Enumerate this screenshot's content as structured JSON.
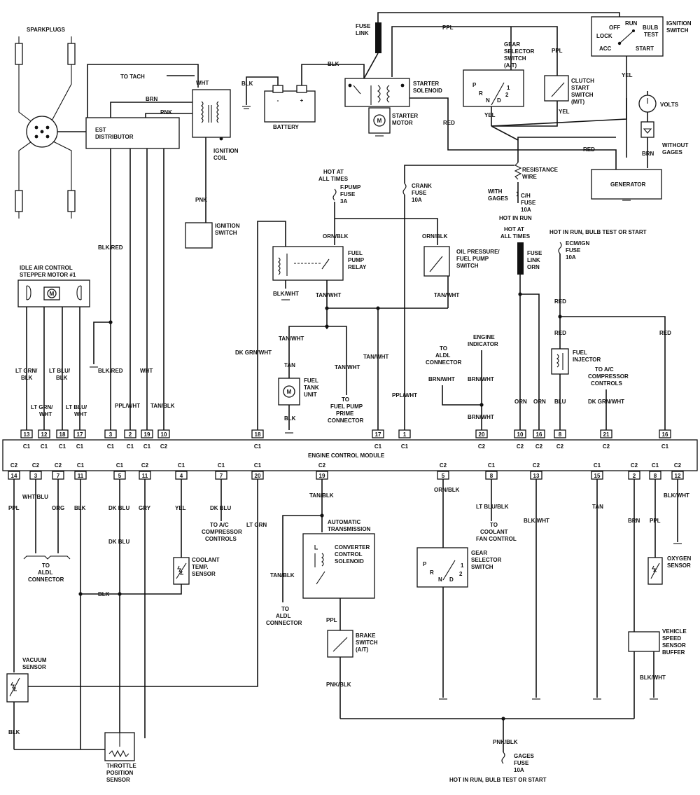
{
  "top": {
    "sparkplugs": "SPARKPLUGS",
    "to_tach": "TO TACH",
    "est1": "EST",
    "est2": "DISTRIBUTOR",
    "ign_coil1": "IGNITION",
    "ign_coil2": "COIL",
    "ign_sw1": "IGNITION",
    "ign_sw2": "SWITCH",
    "battery": "BATTERY",
    "fuse_link1": "FUSE",
    "fuse_link2": "LINK",
    "starter_sol1": "STARTER",
    "starter_sol2": "SOLENOID",
    "starter_motor1": "STARTER",
    "starter_motor2": "MOTOR",
    "gear_sel1": "GEAR",
    "gear_sel2": "SELECTOR",
    "gear_sel3": "SWITCH",
    "gear_sel4": "(A/T)",
    "clutch1": "CLUTCH",
    "clutch2": "START",
    "clutch3": "SWITCH",
    "clutch4": "(M/T)",
    "ignsw_top1": "IGNITION",
    "ignsw_top2": "SWITCH",
    "off": "OFF",
    "run": "RUN",
    "bulb": "BULB",
    "test": "TEST",
    "lock": "LOCK",
    "acc": "ACC",
    "start": "START",
    "volts": "VOLTS",
    "without1": "WITHOUT",
    "without2": "GAGES",
    "generator": "GENERATOR",
    "resist1": "RESISTANCE",
    "resist2": "WIRE",
    "with1": "WITH",
    "with2": "GAGES",
    "ch1": "C/H",
    "ch2": "FUSE",
    "ch3": "10A",
    "hot_in_run": "HOT IN RUN",
    "hot_at_all1": "HOT AT",
    "hot_at_all2": "ALL TIMES",
    "fpump1": "F.PUMP",
    "fpump2": "FUSE",
    "fpump3": "3A",
    "crank1": "CRANK",
    "crank2": "FUSE",
    "crank3": "10A",
    "fuel_relay1": "FUEL",
    "fuel_relay2": "PUMP",
    "fuel_relay3": "RELAY",
    "oil1": "OIL PRESSURE/",
    "oil2": "FUEL PUMP",
    "oil3": "SWITCH",
    "hot_at_all3": "HOT AT",
    "hot_at_all4": "ALL TIMES",
    "fl1": "FUSE",
    "fl2": "LINK",
    "fl3": "ORN",
    "hot_run_bulb": "HOT IN RUN, BULB TEST OR START",
    "ecm1": "ECM/IGN",
    "ecm2": "FUSE",
    "ecm3": "10A",
    "fuel_inj1": "FUEL",
    "fuel_inj2": "INJECTOR",
    "to_ac1": "TO A/C",
    "to_ac2": "COMPRESSOR",
    "to_ac3": "CONTROLS",
    "engine_ind1": "ENGINE",
    "engine_ind2": "INDICATOR",
    "to_aldl1": "TO",
    "to_aldl2": "ALDL",
    "to_aldl3": "CONNECTOR",
    "iac1": "IDLE AIR CONTROL",
    "iac2": "STEPPER MOTOR #1",
    "tank1": "FUEL",
    "tank2": "TANK",
    "tank3": "UNIT",
    "prime1": "TO",
    "prime2": "FUEL PUMP",
    "prime3": "PRIME",
    "prime4": "CONNECTOR"
  },
  "wires": {
    "brn": "BRN",
    "pnk": "PNK",
    "wht": "WHT",
    "pnk2": "PNK",
    "blk_bat": "BLK",
    "blk_top": "BLK",
    "ppl": "PPL",
    "ppl2": "PPL",
    "yel": "YEL",
    "yel2": "YEL",
    "yel3": "YEL",
    "red": "RED",
    "red2": "RED",
    "brn2": "BRN",
    "blk_red": "BLK/RED",
    "blk_red2": "BLK/RED",
    "orn_blk": "ORN/BLK",
    "orn_blk2": "ORN/BLK",
    "blk_wht": "BLK/WHT",
    "tan_wht": "TAN/WHT",
    "tan_wht2": "TAN/WHT",
    "tan_wht3": "TAN/WHT",
    "tan_wht4": "TAN/WHT",
    "tan_wht5": "TAN/WHT",
    "tan": "TAN",
    "blk_tank": "BLK",
    "dk_grn_wht": "DK GRN/WHT",
    "ppl_wht_crank": "PPL/WHT",
    "brn_wht": "BRN/WHT",
    "brn_wht2": "BRN/WHT",
    "brn_wht3": "BRN/WHT",
    "orn": "ORN",
    "orn2": "ORN",
    "blu": "BLU",
    "red3": "RED",
    "red4": "RED",
    "red5": "RED",
    "dk_grn_wht2": "DK GRN/WHT",
    "lt_grn_blk": "LT GRN/",
    "lt_grn_blk2": "BLK",
    "lt_grn_wht": "LT GRN/",
    "lt_grn_wht2": "WHT",
    "lt_blu_blk": "LT BLU/",
    "lt_blu_blk2": "BLK",
    "lt_blu_wht": "LT BLU/",
    "lt_blu_wht2": "WHT",
    "ppl_wht": "PPL/WHT",
    "wht2": "WHT",
    "tan_blk": "TAN/BLK"
  },
  "ecm": {
    "title": "ENGINE CONTROL MODULE",
    "top_pins": [
      {
        "n": "13",
        "c": "C1"
      },
      {
        "n": "12",
        "c": "C1"
      },
      {
        "n": "18",
        "c": "C1"
      },
      {
        "n": "17",
        "c": "C1"
      },
      {
        "n": "3",
        "c": "C1"
      },
      {
        "n": "2",
        "c": "C1"
      },
      {
        "n": "19",
        "c": "C1"
      },
      {
        "n": "10",
        "c": "C2"
      },
      {
        "n": "18",
        "c": "C1"
      },
      {
        "n": "17",
        "c": "C1"
      },
      {
        "n": "1",
        "c": "C1"
      },
      {
        "n": "20",
        "c": "C2"
      },
      {
        "n": "10",
        "c": "C2"
      },
      {
        "n": "16",
        "c": "C2"
      },
      {
        "n": "8",
        "c": "C2"
      },
      {
        "n": "21",
        "c": "C2"
      },
      {
        "n": "16",
        "c": "C1"
      }
    ],
    "bottom_pins": [
      {
        "n": "14",
        "c": "C2"
      },
      {
        "n": "3",
        "c": "C2"
      },
      {
        "n": "7",
        "c": "C2"
      },
      {
        "n": "11",
        "c": "C1"
      },
      {
        "n": "5",
        "c": "C1"
      },
      {
        "n": "11",
        "c": "C2"
      },
      {
        "n": "4",
        "c": "C1"
      },
      {
        "n": "7",
        "c": "C1"
      },
      {
        "n": "20",
        "c": "C1"
      },
      {
        "n": "19",
        "c": "C2"
      },
      {
        "n": "5",
        "c": "C2"
      },
      {
        "n": "8",
        "c": "C1"
      },
      {
        "n": "13",
        "c": "C2"
      },
      {
        "n": "15",
        "c": "C1"
      },
      {
        "n": "2",
        "c": "C2"
      },
      {
        "n": "8",
        "c": "C1"
      },
      {
        "n": "12",
        "c": "C2"
      }
    ]
  },
  "bottom": {
    "ppl": "PPL",
    "wht_blu": "WHT/BLU",
    "org": "ORG",
    "blk": "BLK",
    "dk_blu": "DK BLU",
    "dk_blu2": "DK BLU",
    "gry": "GRY",
    "yel": "YEL",
    "dk_blu3": "DK BLU",
    "lt_grn": "LT GRN",
    "tan_blk": "TAN/BLK",
    "tan_blk2": "TAN/BLK",
    "orn_blk": "ORN/BLK",
    "lt_blu_blk": "LT BLU/BLK",
    "blk_wht": "BLK/WHT",
    "tan": "TAN",
    "brn": "BRN",
    "ppl2": "PPL",
    "blk_wht2": "BLK/WHT",
    "blk_wht3": "BLK/WHT",
    "blk_h": "BLK",
    "blk_v": "BLK",
    "ppl3": "PPL",
    "pnk_blk": "PNK/BLK",
    "pnk_blk2": "PNK/BLK",
    "to_ac1": "TO A/C",
    "to_ac2": "COMPRESSOR",
    "to_ac3": "CONTROLS",
    "aldl1": "TO",
    "aldl2": "ALDL",
    "aldl3": "CONNECTOR",
    "aldl4": "TO",
    "aldl5": "ALDL",
    "aldl6": "CONNECTOR",
    "coolant1": "COOLANT",
    "coolant2": "TEMP.",
    "coolant3": "SENSOR",
    "auto1": "AUTOMATIC",
    "auto2": "TRANSMISSION",
    "ccs1": "CONVERTER",
    "ccs2": "CONTROL",
    "ccs3": "SOLENOID",
    "gear1": "GEAR",
    "gear2": "SELECTOR",
    "gear3": "SWITCH",
    "coolfan1": "TO",
    "coolfan2": "COOLANT",
    "coolfan3": "FAN CONTROL",
    "oxy1": "OXYGEN",
    "oxy2": "SENSOR",
    "vss1": "VEHICLE",
    "vss2": "SPEED",
    "vss3": "SENSOR",
    "vss4": "BUFFER",
    "vac1": "VACUUM",
    "vac2": "SENSOR",
    "brake1": "BRAKE",
    "brake2": "SWITCH",
    "brake3": "(A/T)",
    "tps1": "THROTTLE",
    "tps2": "POSITION",
    "tps3": "SENSOR",
    "gages1": "GAGES",
    "gages2": "FUSE",
    "gages3": "10A",
    "hot_run_bulb": "HOT IN RUN, BULB TEST OR START"
  },
  "switch_letters": {
    "p": "P",
    "r": "R",
    "n": "N",
    "d": "D",
    "two": "2",
    "one": "1"
  }
}
